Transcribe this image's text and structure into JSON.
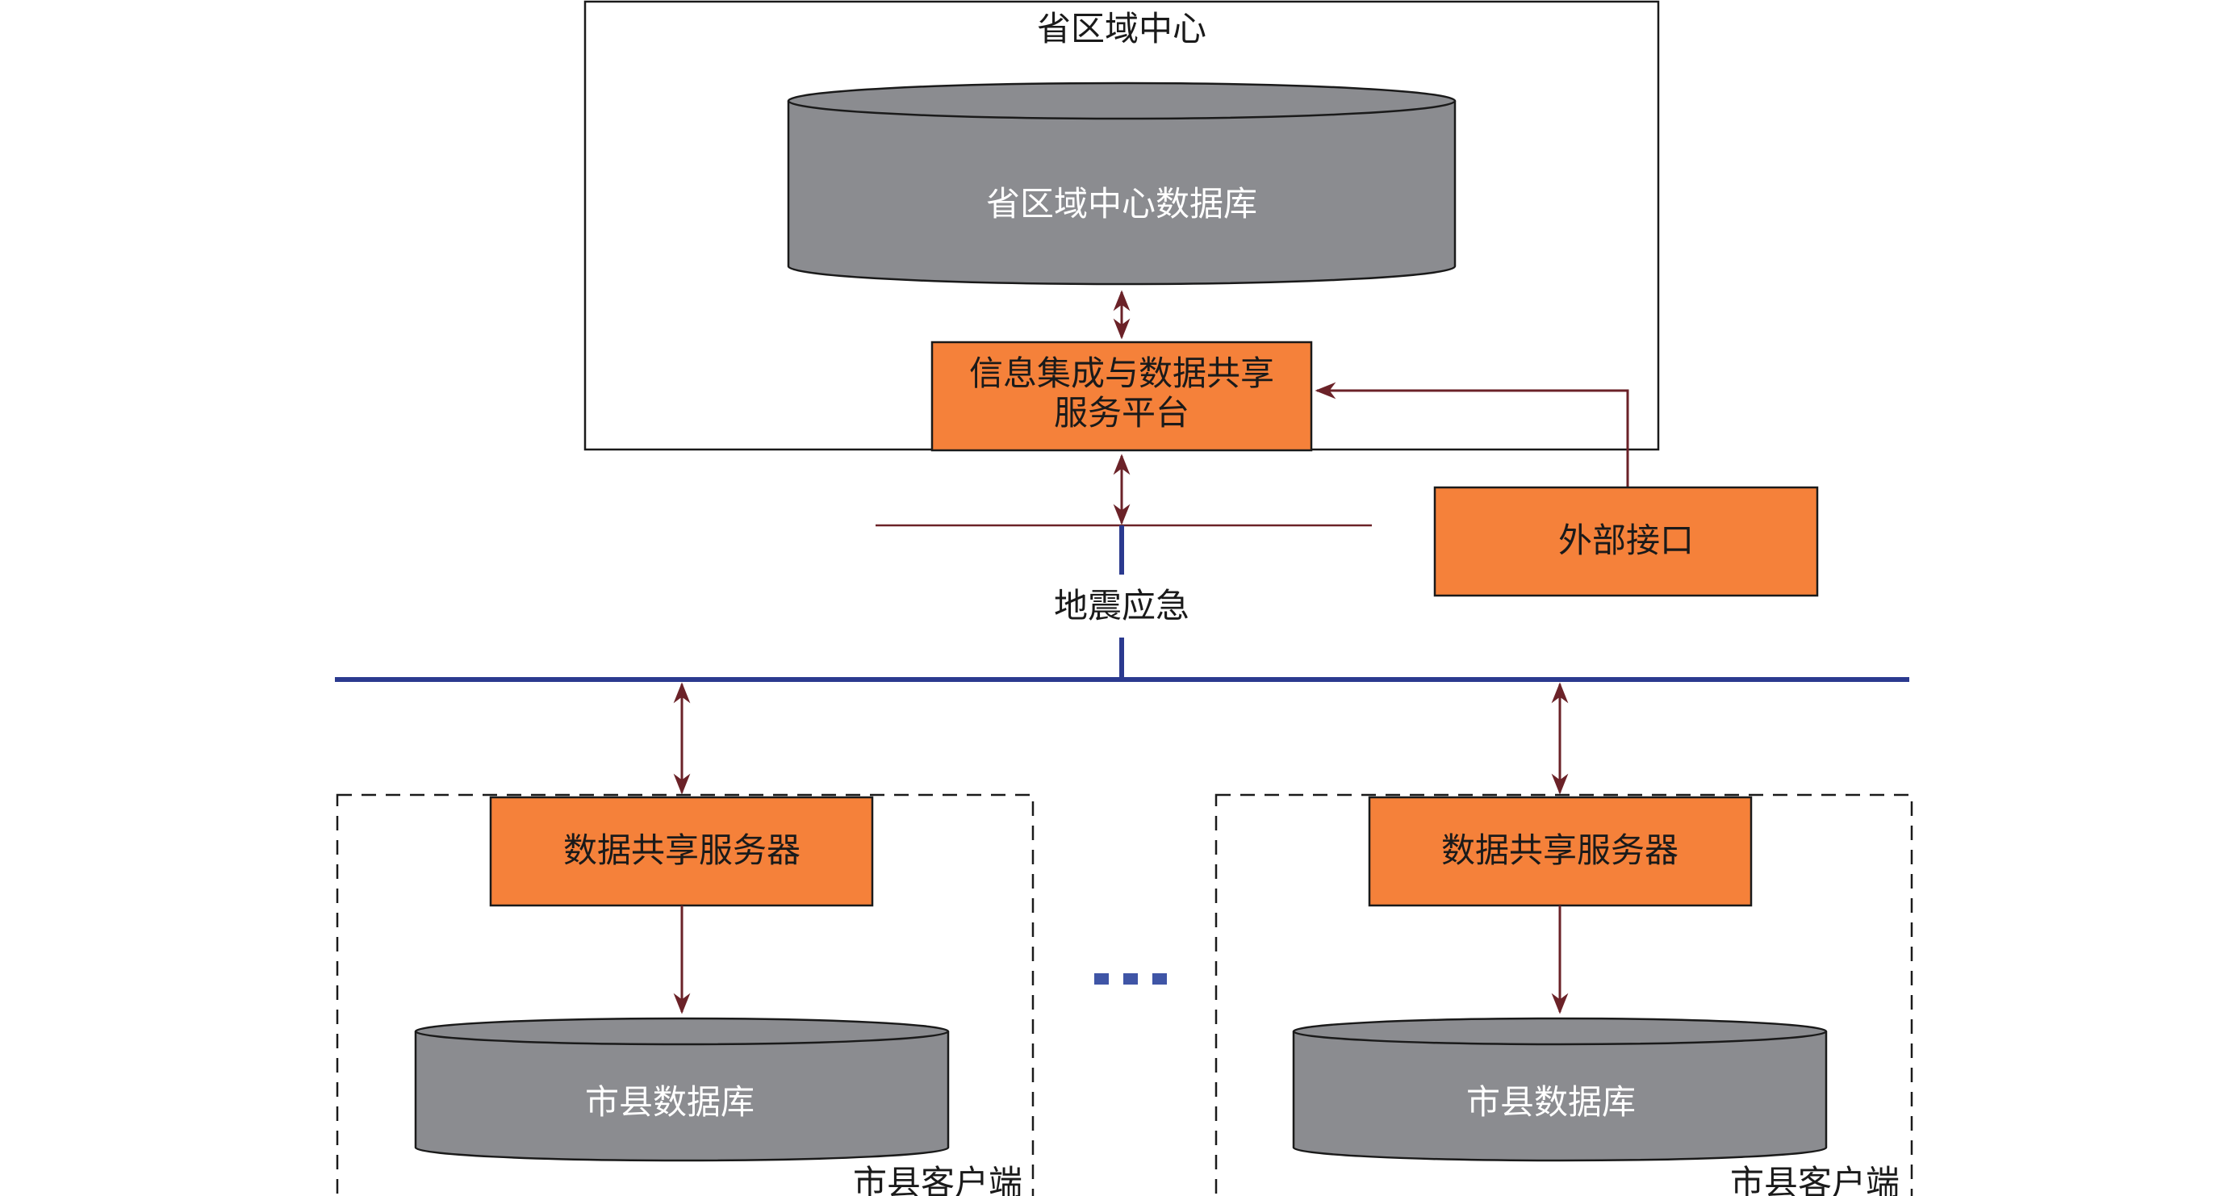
{
  "colors": {
    "orange": "#f5813a",
    "db_gray": "#8b8c90",
    "arrow": "#6b2228",
    "network": "#2b3a8f",
    "dots": "#3f55a6"
  },
  "province": {
    "title": "省区域中心",
    "database": "省区域中心数据库",
    "platform_line1": "信息集成与数据共享",
    "platform_line2": "服务平台"
  },
  "external_interface": "外部接口",
  "network_label": "地震应急",
  "clients": [
    {
      "server": "数据共享服务器",
      "database": "市县数据库",
      "label": "市县客户端"
    },
    {
      "server": "数据共享服务器",
      "database": "市县数据库",
      "label": "市县客户端"
    }
  ]
}
